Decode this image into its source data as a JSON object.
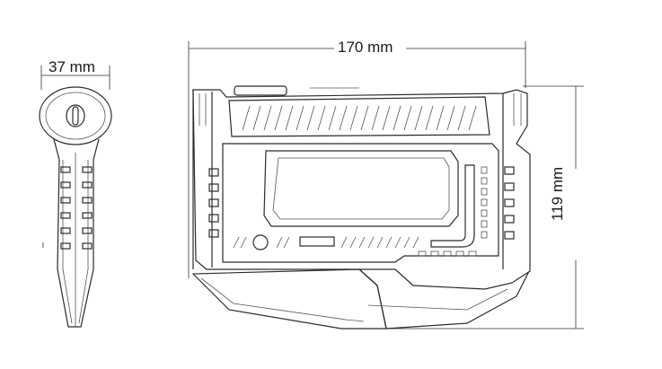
{
  "dimensions": {
    "width_label": "170 mm",
    "thickness_label": "37 mm",
    "height_label": "119 mm"
  },
  "colors": {
    "line": "#2b2b2b",
    "background": "#ffffff"
  }
}
